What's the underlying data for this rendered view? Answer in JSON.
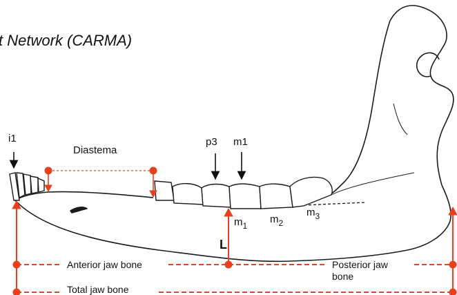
{
  "title_fragment": "t Network (CARMA)",
  "labels": {
    "i1": "i1",
    "diastema": "Diastema",
    "p3": "p3",
    "m1_top": "m1",
    "m1_sub_base": "m",
    "m1_sub": "1",
    "m2_sub_base": "m",
    "m2_sub": "2",
    "m3_sub_base": "m",
    "m3_sub": "3",
    "L": "L",
    "anterior": "Anterior jaw bone",
    "posterior_line1": "Posterior jaw",
    "posterior_line2": "bone",
    "total": "Total jaw bone"
  },
  "colors": {
    "measure": "#e8401c",
    "outline": "#1a1a1a",
    "arrow_black": "#111111"
  }
}
